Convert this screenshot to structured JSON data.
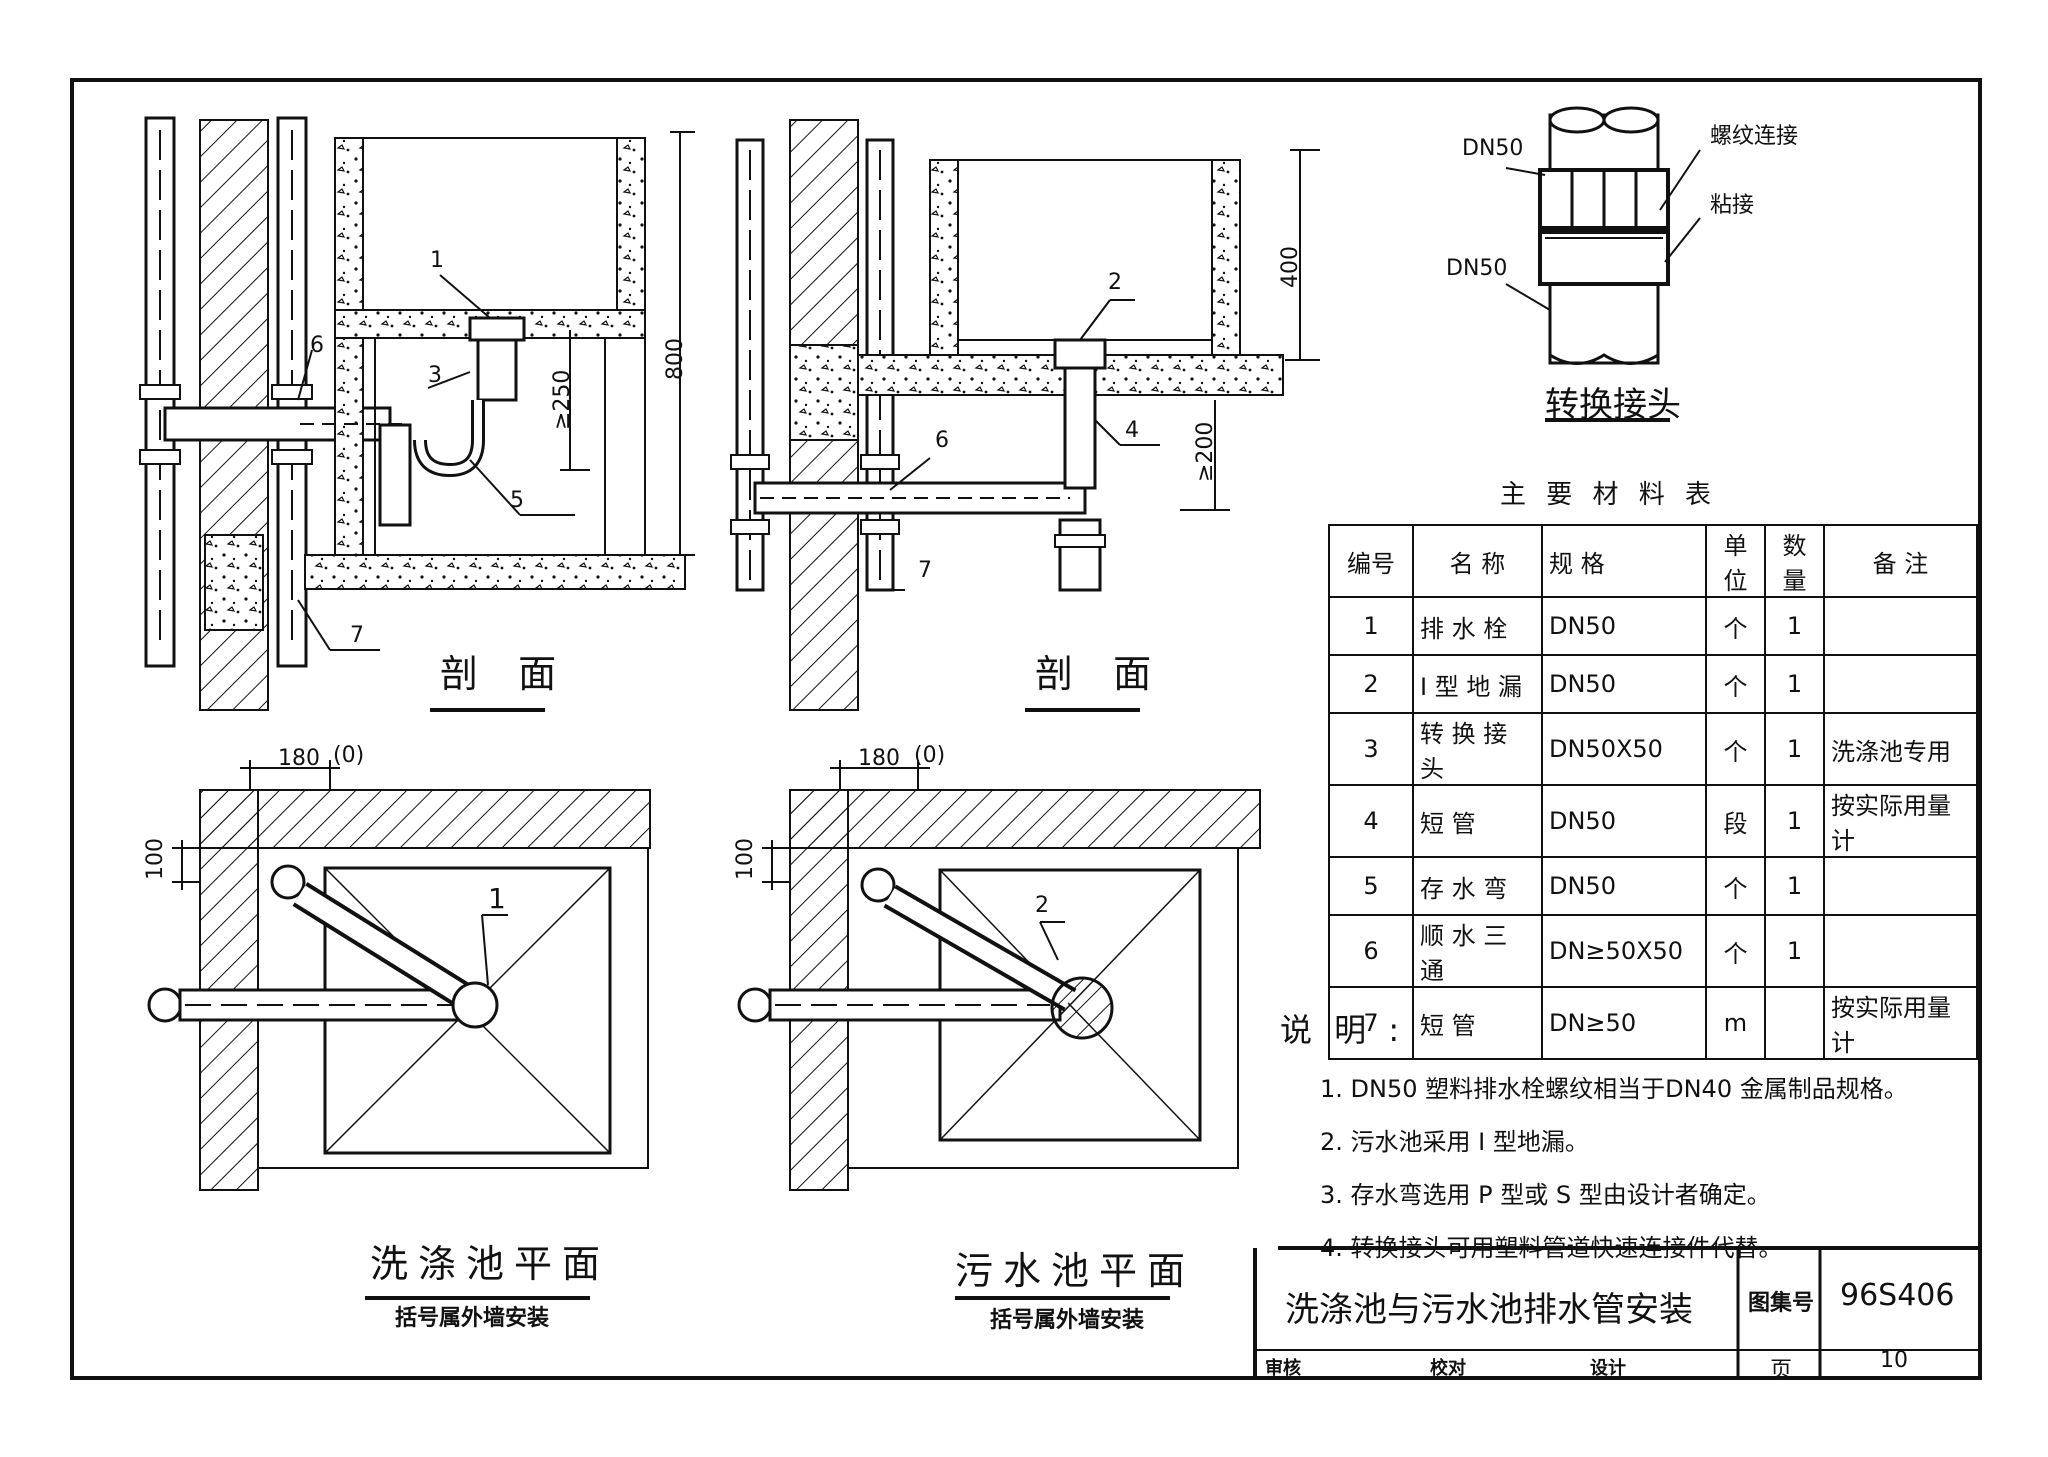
{
  "section_left": {
    "label": "剖 面",
    "callouts": [
      "1",
      "3",
      "5",
      "6",
      "7"
    ],
    "dim_250": "≥250",
    "dim_800": "800"
  },
  "section_right": {
    "label": "剖 面",
    "callouts": [
      "2",
      "4",
      "6",
      "7"
    ],
    "dim_400": "400",
    "dim_200": "≥200"
  },
  "plan_left": {
    "label": "洗涤池平面",
    "note": "括号属外墙安装",
    "dim_180": "180",
    "dim_0": "(0)",
    "dim_100": "100",
    "callout": "1"
  },
  "plan_right": {
    "label": "污水池平面",
    "note": "括号属外墙安装",
    "dim_180": "180",
    "dim_0": "(0)",
    "dim_100": "100",
    "callout": "2"
  },
  "adapter": {
    "title": "转换接头",
    "dn_top": "DN50",
    "dn_bottom": "DN50",
    "threaded": "螺纹连接",
    "glued": "粘接"
  },
  "materials": {
    "title": "主 要 材 料 表",
    "headers": [
      "编号",
      "名 称",
      "规 格",
      "单位",
      "数量",
      "备 注"
    ],
    "rows": [
      [
        "1",
        "排 水 栓",
        "DN50",
        "个",
        "1",
        ""
      ],
      [
        "2",
        "Ⅰ 型 地 漏",
        "DN50",
        "个",
        "1",
        ""
      ],
      [
        "3",
        "转 换 接 头",
        "DN50X50",
        "个",
        "1",
        "洗涤池专用"
      ],
      [
        "4",
        "短 管",
        "DN50",
        "段",
        "1",
        "按实际用量计"
      ],
      [
        "5",
        "存 水 弯",
        "DN50",
        "个",
        "1",
        ""
      ],
      [
        "6",
        "顺 水 三 通",
        "DN≥50X50",
        "个",
        "1",
        ""
      ],
      [
        "7",
        "短 管",
        "DN≥50",
        "m",
        "",
        "按实际用量计"
      ]
    ]
  },
  "notes": {
    "heading": "说 明 :",
    "items": [
      "1. DN50 塑料排水栓螺纹相当于DN40 金属制品规格。",
      "2. 污水池采用 Ⅰ 型地漏。",
      "3. 存水弯选用 P 型或 S 型由设计者确定。",
      "4. 转换接头可用塑料管道快速连接件代替。"
    ]
  },
  "title_block": {
    "title": "洗涤池与污水池排水管安装",
    "atlas_label": "图集号",
    "atlas_no": "96S406",
    "page_label": "页",
    "page_no": "10",
    "review": "审核",
    "check": "校对",
    "design": "设计"
  }
}
